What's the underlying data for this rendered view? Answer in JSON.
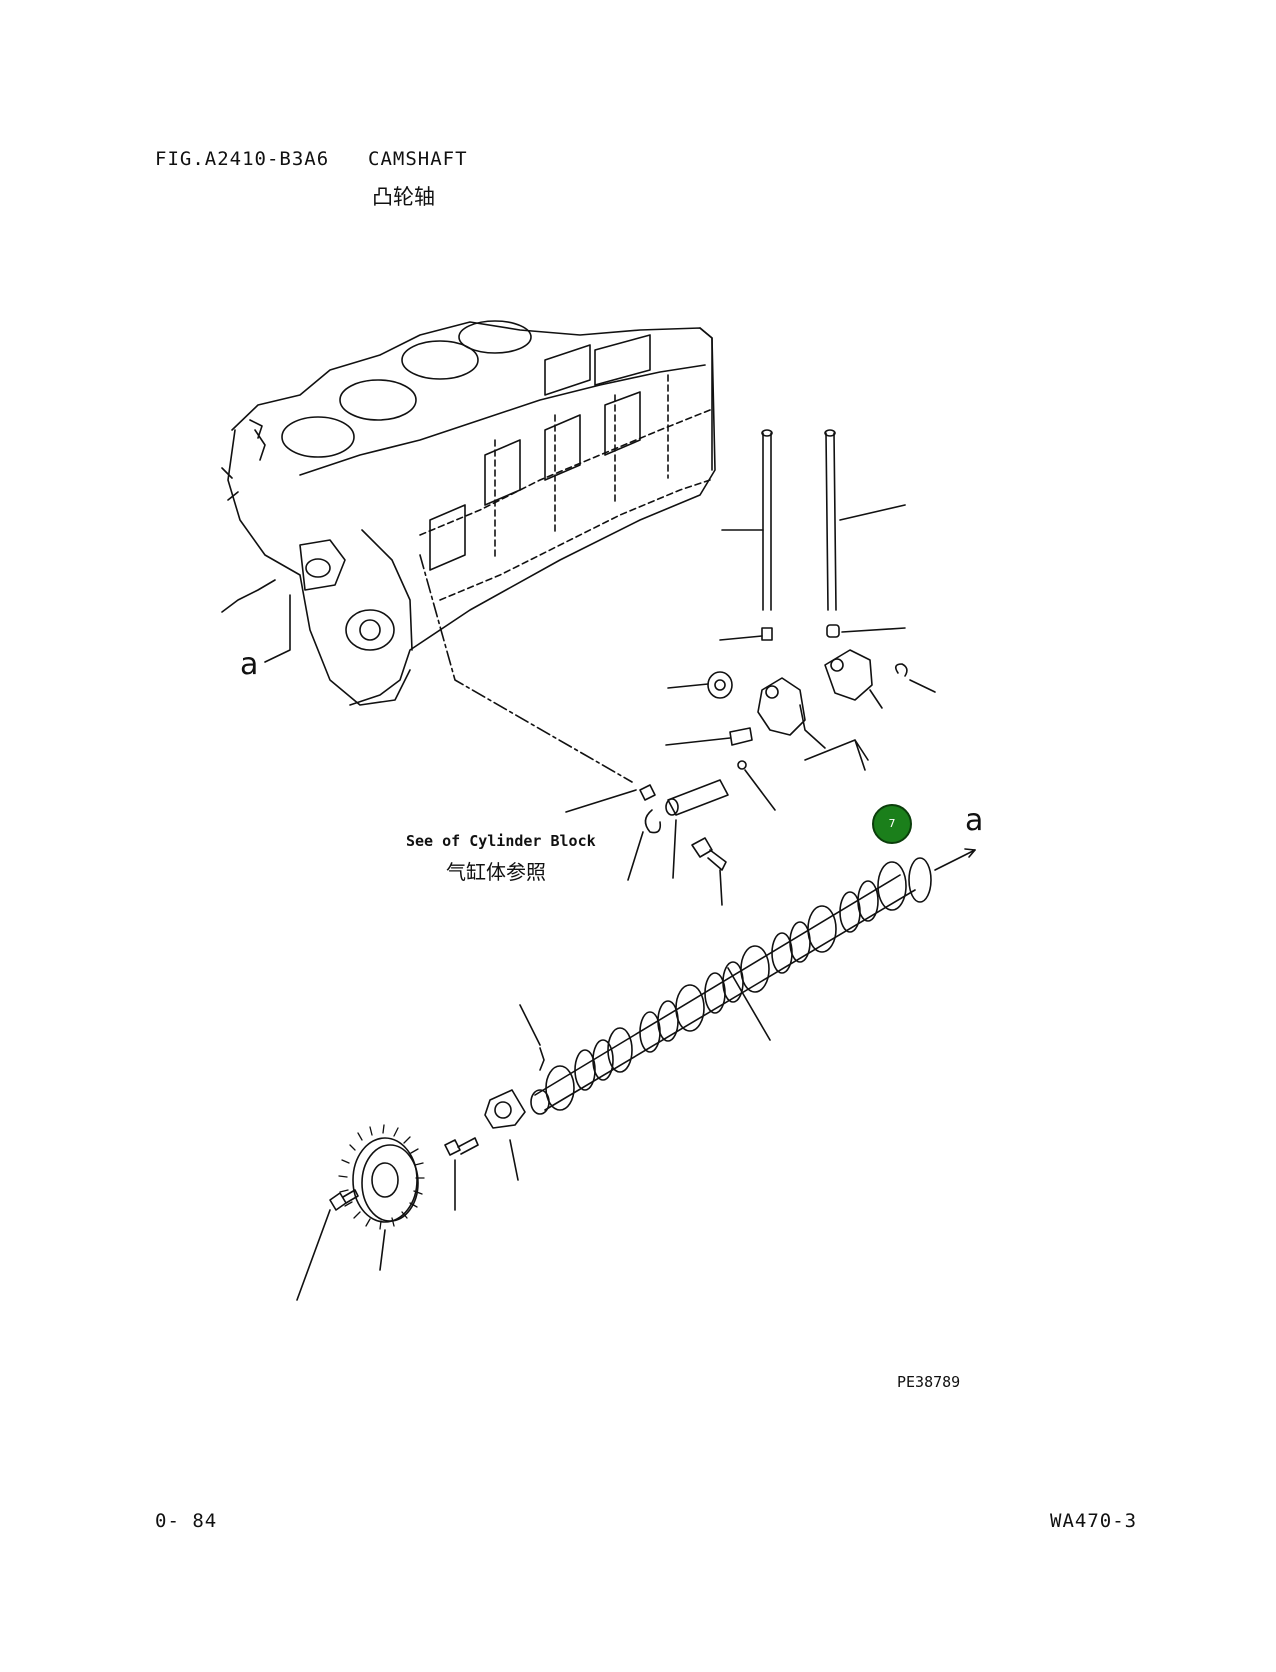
{
  "header": {
    "fig_code": "FIG.A2410-B3A6",
    "title_en": "CAMSHAFT",
    "title_cn": "凸轮轴"
  },
  "diagram": {
    "reference_en": "See of Cylinder Block",
    "reference_cn": "气缸体参照",
    "connector_label_left": "a",
    "connector_label_right": "a",
    "drawing_id": "PE38789",
    "marker_label": "7"
  },
  "footer": {
    "page_number": "0- 84",
    "model": "WA470-3"
  },
  "colors": {
    "marker": "#1b7f1b",
    "ink": "#111111"
  }
}
